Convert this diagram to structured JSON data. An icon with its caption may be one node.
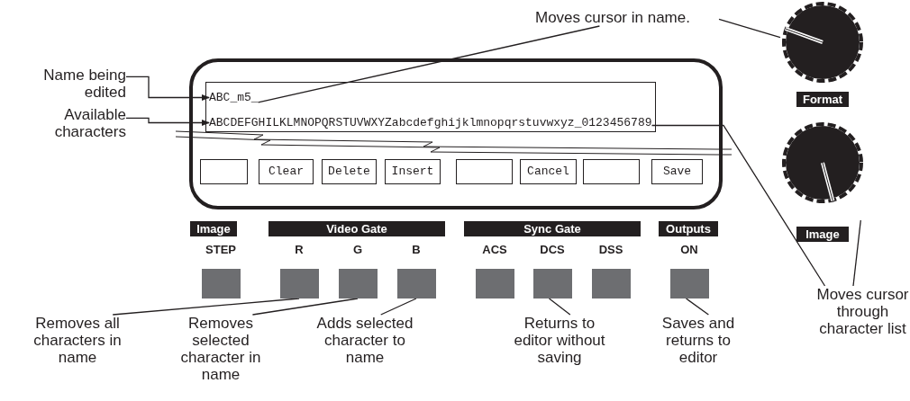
{
  "diagram": {
    "nodes": [
      {
        "text": [
          "Name being edited"
        ]
      },
      {
        "text": [
          "Available characters"
        ]
      },
      {
        "text": [],
        "shape": "box"
      },
      {
        "text": [
          "ABC_m5_"
        ],
        "in": 2
      },
      {
        "text": [
          "ABCDEFGHILKLMNOPQRSTUVWXYZabcdefghijklmnopqrstuvwxyz_0123456789"
        ],
        "in": 2
      },
      {
        "text": [],
        "shape": "box",
        "in": 2
      },
      {
        "text": [
          "Clear"
        ],
        "in": 2
      },
      {
        "text": [
          "Delete"
        ],
        "in": 2
      },
      {
        "text": [
          "Insert"
        ],
        "in": 2
      },
      {
        "text": [],
        "shape": "box",
        "in": 2
      },
      {
        "text": [
          "Cancel"
        ],
        "in": 2
      },
      {
        "text": [],
        "shape": "box",
        "in": 2
      },
      {
        "text": [
          "Save"
        ],
        "in": 2
      },
      {
        "text": [
          "Moves cursor in name."
        ]
      },
      {
        "text": [
          "Format"
        ]
      },
      {
        "text": [
          "Image"
        ]
      },
      {
        "text": [
          "Moves cursor through character list"
        ]
      },
      {
        "text": [
          "STEP"
        ]
      },
      {
        "text": [
          "R"
        ]
      },
      {
        "text": [
          "G"
        ]
      },
      {
        "text": [
          "B"
        ]
      },
      {
        "text": [
          "ACS"
        ]
      },
      {
        "text": [
          "DCS"
        ]
      },
      {
        "text": [
          "DSS"
        ]
      },
      {
        "text": [
          "ON"
        ]
      },
      {
        "text": [
          "Removes all characters in name"
        ]
      },
      {
        "text": [
          "Removes selected character in name"
        ]
      },
      {
        "text": [
          "Adds selected character to name"
        ]
      },
      {
        "text": [
          "Returns to editor without saving"
        ]
      },
      {
        "text": [
          "Saves and returns to editor"
        ]
      }
    ],
    "edges": [
      {
        "from": 0,
        "to": 3,
        "arrow": "to"
      },
      {
        "from": 1,
        "to": 4,
        "arrow": "to"
      },
      {
        "from": 13,
        "to": 3,
        "arrow": "none"
      },
      {
        "from": 13,
        "to": 14,
        "arrow": "none"
      },
      {
        "from": 16,
        "to": 4,
        "arrow": "none"
      },
      {
        "from": 16,
        "to": 15,
        "arrow": "none"
      },
      {
        "from": 25,
        "to": 18,
        "arrow": "none"
      },
      {
        "from": 26,
        "to": 19,
        "arrow": "none"
      },
      {
        "from": 27,
        "to": 20,
        "arrow": "none"
      },
      {
        "from": 28,
        "to": 22,
        "arrow": "none"
      },
      {
        "from": 29,
        "to": 24,
        "arrow": "none"
      }
    ],
    "labels": [
      "Image",
      "Video Gate",
      "Sync Gate",
      "Outputs"
    ]
  }
}
